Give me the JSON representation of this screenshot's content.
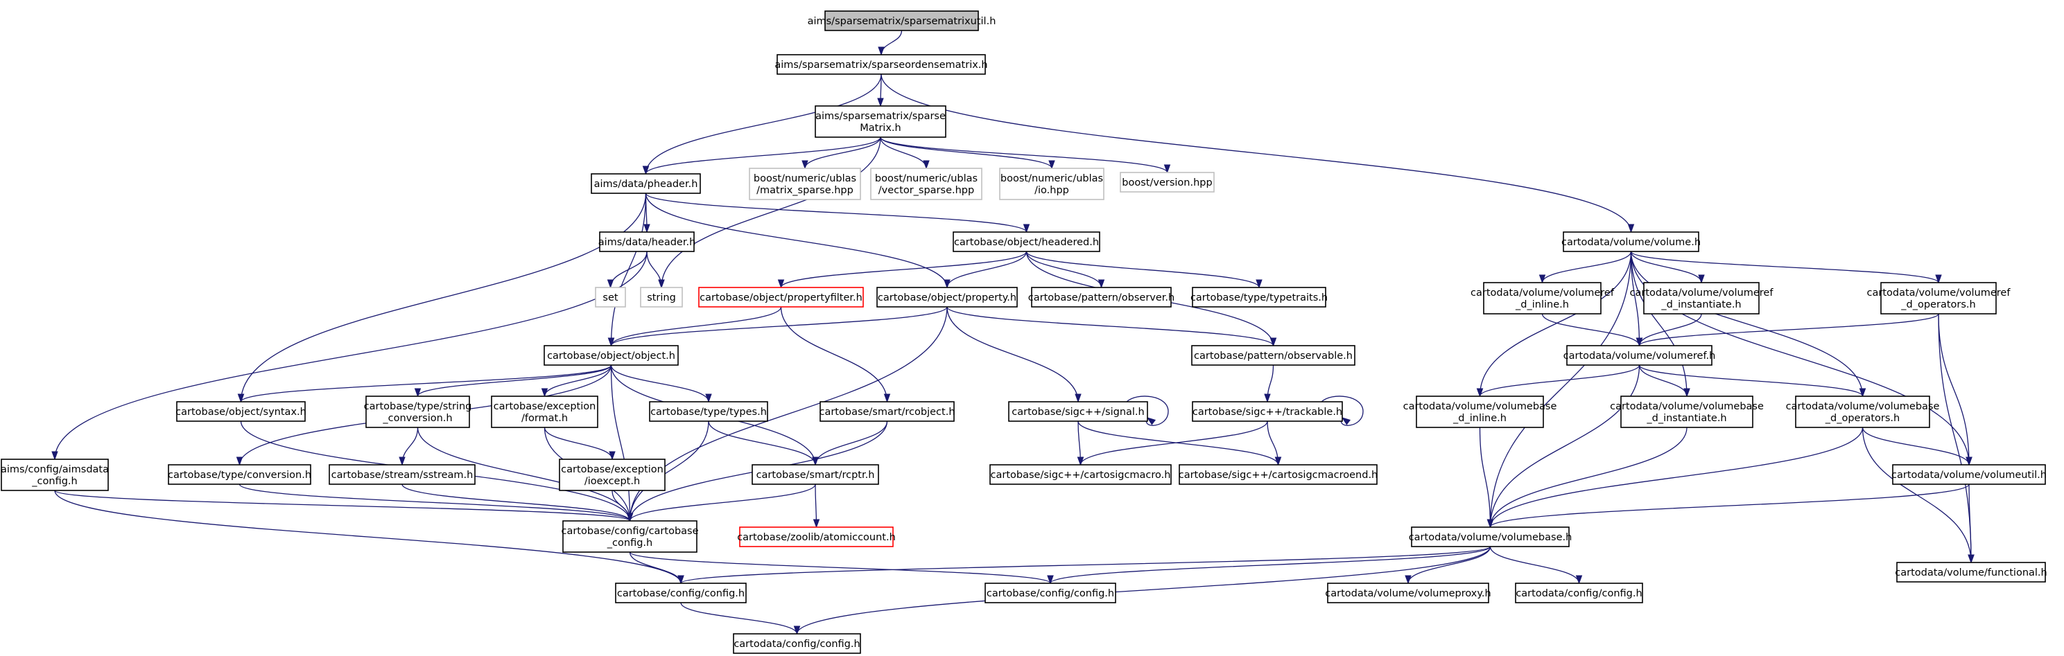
{
  "graph": {
    "nodes": [
      {
        "id": "n_root",
        "lines": [
          "aims/sparsematrix/sparsematrixutil.h"
        ],
        "kind": "root"
      },
      {
        "id": "n_sodm",
        "lines": [
          "aims/sparsematrix/sparseordensematrix.h"
        ],
        "kind": "normal"
      },
      {
        "id": "n_sparse",
        "lines": [
          "aims/sparsematrix/sparse",
          "Matrix.h"
        ],
        "kind": "normal"
      },
      {
        "id": "n_pheader",
        "lines": [
          "aims/data/pheader.h"
        ],
        "kind": "normal"
      },
      {
        "id": "n_bmatsparse",
        "lines": [
          "boost/numeric/ublas",
          "/matrix_sparse.hpp"
        ],
        "kind": "external"
      },
      {
        "id": "n_bvecsparse",
        "lines": [
          "boost/numeric/ublas",
          "/vector_sparse.hpp"
        ],
        "kind": "external"
      },
      {
        "id": "n_bio",
        "lines": [
          "boost/numeric/ublas",
          "/io.hpp"
        ],
        "kind": "external"
      },
      {
        "id": "n_bversion",
        "lines": [
          "boost/version.hpp"
        ],
        "kind": "external"
      },
      {
        "id": "n_header",
        "lines": [
          "aims/data/header.h"
        ],
        "kind": "normal"
      },
      {
        "id": "n_set",
        "lines": [
          "set"
        ],
        "kind": "external"
      },
      {
        "id": "n_string",
        "lines": [
          "string"
        ],
        "kind": "external"
      },
      {
        "id": "n_headered",
        "lines": [
          "cartobase/object/headered.h"
        ],
        "kind": "normal"
      },
      {
        "id": "n_propfilter",
        "lines": [
          "cartobase/object/propertyfilter.h"
        ],
        "kind": "missing"
      },
      {
        "id": "n_property",
        "lines": [
          "cartobase/object/property.h"
        ],
        "kind": "normal"
      },
      {
        "id": "n_observer",
        "lines": [
          "cartobase/pattern/observer.h"
        ],
        "kind": "normal"
      },
      {
        "id": "n_typetraits",
        "lines": [
          "cartobase/type/typetraits.h"
        ],
        "kind": "normal"
      },
      {
        "id": "n_object",
        "lines": [
          "cartobase/object/object.h"
        ],
        "kind": "normal"
      },
      {
        "id": "n_observable",
        "lines": [
          "cartobase/pattern/observable.h"
        ],
        "kind": "normal"
      },
      {
        "id": "n_syntax",
        "lines": [
          "cartobase/object/syntax.h"
        ],
        "kind": "normal"
      },
      {
        "id": "n_strconv",
        "lines": [
          "cartobase/type/string",
          "_conversion.h"
        ],
        "kind": "normal"
      },
      {
        "id": "n_format",
        "lines": [
          "cartobase/exception",
          "/format.h"
        ],
        "kind": "normal"
      },
      {
        "id": "n_types",
        "lines": [
          "cartobase/type/types.h"
        ],
        "kind": "normal"
      },
      {
        "id": "n_rcobject",
        "lines": [
          "cartobase/smart/rcobject.h"
        ],
        "kind": "normal"
      },
      {
        "id": "n_signal",
        "lines": [
          "cartobase/sigc++/signal.h"
        ],
        "kind": "normal"
      },
      {
        "id": "n_trackable",
        "lines": [
          "cartobase/sigc++/trackable.h"
        ],
        "kind": "normal"
      },
      {
        "id": "n_aimsdataconfig",
        "lines": [
          "aims/config/aimsdata",
          "_config.h"
        ],
        "kind": "normal"
      },
      {
        "id": "n_conversion",
        "lines": [
          "cartobase/type/conversion.h"
        ],
        "kind": "normal"
      },
      {
        "id": "n_sstream",
        "lines": [
          "cartobase/stream/sstream.h"
        ],
        "kind": "normal"
      },
      {
        "id": "n_ioexcept",
        "lines": [
          "cartobase/exception",
          "/ioexcept.h"
        ],
        "kind": "normal"
      },
      {
        "id": "n_rcptr",
        "lines": [
          "cartobase/smart/rcptr.h"
        ],
        "kind": "normal"
      },
      {
        "id": "n_sigcmacro",
        "lines": [
          "cartobase/sigc++/cartosigcmacro.h"
        ],
        "kind": "normal"
      },
      {
        "id": "n_sigcmacroend",
        "lines": [
          "cartobase/sigc++/cartosigcmacroend.h"
        ],
        "kind": "normal"
      },
      {
        "id": "n_cbconfig",
        "lines": [
          "cartobase/config/cartobase",
          "_config.h"
        ],
        "kind": "normal"
      },
      {
        "id": "n_atomic",
        "lines": [
          "cartobase/zoolib/atomiccount.h"
        ],
        "kind": "missing"
      },
      {
        "id": "n_config1",
        "lines": [
          "cartobase/config/config.h"
        ],
        "kind": "normal"
      },
      {
        "id": "n_config2",
        "lines": [
          "cartobase/config/config.h"
        ],
        "kind": "normal"
      },
      {
        "id": "n_cdconfig",
        "lines": [
          "cartodata/config/config.h"
        ],
        "kind": "normal"
      },
      {
        "id": "n_volume",
        "lines": [
          "cartodata/volume/volume.h"
        ],
        "kind": "normal"
      },
      {
        "id": "n_vrefinline",
        "lines": [
          "cartodata/volume/volumeref",
          "_d_inline.h"
        ],
        "kind": "normal"
      },
      {
        "id": "n_vrefinst",
        "lines": [
          "cartodata/volume/volumeref",
          "_d_instantiate.h"
        ],
        "kind": "normal"
      },
      {
        "id": "n_vrefops",
        "lines": [
          "cartodata/volume/volumeref",
          "_d_operators.h"
        ],
        "kind": "normal"
      },
      {
        "id": "n_volumeref",
        "lines": [
          "cartodata/volume/volumeref.h"
        ],
        "kind": "normal"
      },
      {
        "id": "n_vbinline",
        "lines": [
          "cartodata/volume/volumebase",
          "_d_inline.h"
        ],
        "kind": "normal"
      },
      {
        "id": "n_vbinst",
        "lines": [
          "cartodata/volume/volumebase",
          "_d_instantiate.h"
        ],
        "kind": "normal"
      },
      {
        "id": "n_vbops",
        "lines": [
          "cartodata/volume/volumebase",
          "_d_operators.h"
        ],
        "kind": "normal"
      },
      {
        "id": "n_volumeutil",
        "lines": [
          "cartodata/volume/volumeutil.h"
        ],
        "kind": "normal"
      },
      {
        "id": "n_volumebase",
        "lines": [
          "cartodata/volume/volumebase.h"
        ],
        "kind": "normal"
      },
      {
        "id": "n_functional",
        "lines": [
          "cartodata/volume/functional.h"
        ],
        "kind": "normal"
      },
      {
        "id": "n_volproxy",
        "lines": [
          "cartodata/volume/volumeproxy.h"
        ],
        "kind": "normal"
      },
      {
        "id": "n_cdconfig2",
        "lines": [
          "cartodata/config/config.h"
        ],
        "kind": "normal"
      }
    ],
    "edges": [
      [
        "n_root",
        "n_sodm"
      ],
      [
        "n_sodm",
        "n_sparse"
      ],
      [
        "n_sodm",
        "n_pheader"
      ],
      [
        "n_sodm",
        "n_volume"
      ],
      [
        "n_sparse",
        "n_pheader"
      ],
      [
        "n_sparse",
        "n_bmatsparse"
      ],
      [
        "n_sparse",
        "n_bvecsparse"
      ],
      [
        "n_sparse",
        "n_bio"
      ],
      [
        "n_sparse",
        "n_bversion"
      ],
      [
        "n_sparse",
        "n_string"
      ],
      [
        "n_pheader",
        "n_header"
      ],
      [
        "n_pheader",
        "n_headered"
      ],
      [
        "n_pheader",
        "n_property"
      ],
      [
        "n_pheader",
        "n_object"
      ],
      [
        "n_pheader",
        "n_syntax"
      ],
      [
        "n_header",
        "n_set"
      ],
      [
        "n_header",
        "n_string"
      ],
      [
        "n_header",
        "n_aimsdataconfig"
      ],
      [
        "n_headered",
        "n_propfilter"
      ],
      [
        "n_headered",
        "n_property"
      ],
      [
        "n_headered",
        "n_observer"
      ],
      [
        "n_headered",
        "n_typetraits"
      ],
      [
        "n_headered",
        "n_observable"
      ],
      [
        "n_propfilter",
        "n_object"
      ],
      [
        "n_propfilter",
        "n_rcobject"
      ],
      [
        "n_property",
        "n_object"
      ],
      [
        "n_property",
        "n_observable"
      ],
      [
        "n_property",
        "n_signal"
      ],
      [
        "n_property",
        "n_cbconfig"
      ],
      [
        "n_object",
        "n_syntax"
      ],
      [
        "n_object",
        "n_conversion"
      ],
      [
        "n_object",
        "n_strconv"
      ],
      [
        "n_object",
        "n_format"
      ],
      [
        "n_object",
        "n_types"
      ],
      [
        "n_object",
        "n_rcptr"
      ],
      [
        "n_object",
        "n_cbconfig"
      ],
      [
        "n_observable",
        "n_trackable"
      ],
      [
        "n_syntax",
        "n_cbconfig"
      ],
      [
        "n_strconv",
        "n_sstream"
      ],
      [
        "n_strconv",
        "n_cbconfig"
      ],
      [
        "n_format",
        "n_ioexcept"
      ],
      [
        "n_format",
        "n_cbconfig"
      ],
      [
        "n_types",
        "n_rcptr"
      ],
      [
        "n_types",
        "n_cbconfig"
      ],
      [
        "n_rcobject",
        "n_rcptr"
      ],
      [
        "n_rcobject",
        "n_cbconfig"
      ],
      [
        "n_signal",
        "n_signal"
      ],
      [
        "n_signal",
        "n_sigcmacro"
      ],
      [
        "n_signal",
        "n_sigcmacroend"
      ],
      [
        "n_trackable",
        "n_trackable"
      ],
      [
        "n_trackable",
        "n_sigcmacro"
      ],
      [
        "n_trackable",
        "n_sigcmacroend"
      ],
      [
        "n_aimsdataconfig",
        "n_cbconfig"
      ],
      [
        "n_aimsdataconfig",
        "n_config1"
      ],
      [
        "n_conversion",
        "n_cbconfig"
      ],
      [
        "n_sstream",
        "n_cbconfig"
      ],
      [
        "n_ioexcept",
        "n_cbconfig"
      ],
      [
        "n_rcptr",
        "n_cbconfig"
      ],
      [
        "n_rcptr",
        "n_atomic"
      ],
      [
        "n_cbconfig",
        "n_config1"
      ],
      [
        "n_cbconfig",
        "n_config2"
      ],
      [
        "n_config1",
        "n_cdconfig"
      ],
      [
        "n_volume",
        "n_vrefinline"
      ],
      [
        "n_volume",
        "n_vrefinst"
      ],
      [
        "n_volume",
        "n_vrefops"
      ],
      [
        "n_volume",
        "n_volumeref"
      ],
      [
        "n_volume",
        "n_vbinline"
      ],
      [
        "n_volume",
        "n_vbinst"
      ],
      [
        "n_volume",
        "n_vbops"
      ],
      [
        "n_volume",
        "n_volumeutil"
      ],
      [
        "n_volume",
        "n_volumebase"
      ],
      [
        "n_vrefinline",
        "n_volumeref"
      ],
      [
        "n_vrefinst",
        "n_volumeref"
      ],
      [
        "n_vrefops",
        "n_volumeref"
      ],
      [
        "n_vrefops",
        "n_volumeutil"
      ],
      [
        "n_vrefops",
        "n_functional"
      ],
      [
        "n_volumeref",
        "n_vbinline"
      ],
      [
        "n_volumeref",
        "n_vbinst"
      ],
      [
        "n_volumeref",
        "n_vbops"
      ],
      [
        "n_volumeref",
        "n_volumebase"
      ],
      [
        "n_vbinline",
        "n_volumebase"
      ],
      [
        "n_vbinst",
        "n_volumebase"
      ],
      [
        "n_vbops",
        "n_volumebase"
      ],
      [
        "n_vbops",
        "n_volumeutil"
      ],
      [
        "n_vbops",
        "n_functional"
      ],
      [
        "n_volumeutil",
        "n_volumebase"
      ],
      [
        "n_volumeutil",
        "n_functional"
      ],
      [
        "n_volumebase",
        "n_volproxy"
      ],
      [
        "n_volumebase",
        "n_cdconfig2"
      ],
      [
        "n_volumebase",
        "n_config2"
      ],
      [
        "n_volumebase",
        "n_config1"
      ],
      [
        "n_volumebase",
        "n_cdconfig"
      ]
    ]
  }
}
